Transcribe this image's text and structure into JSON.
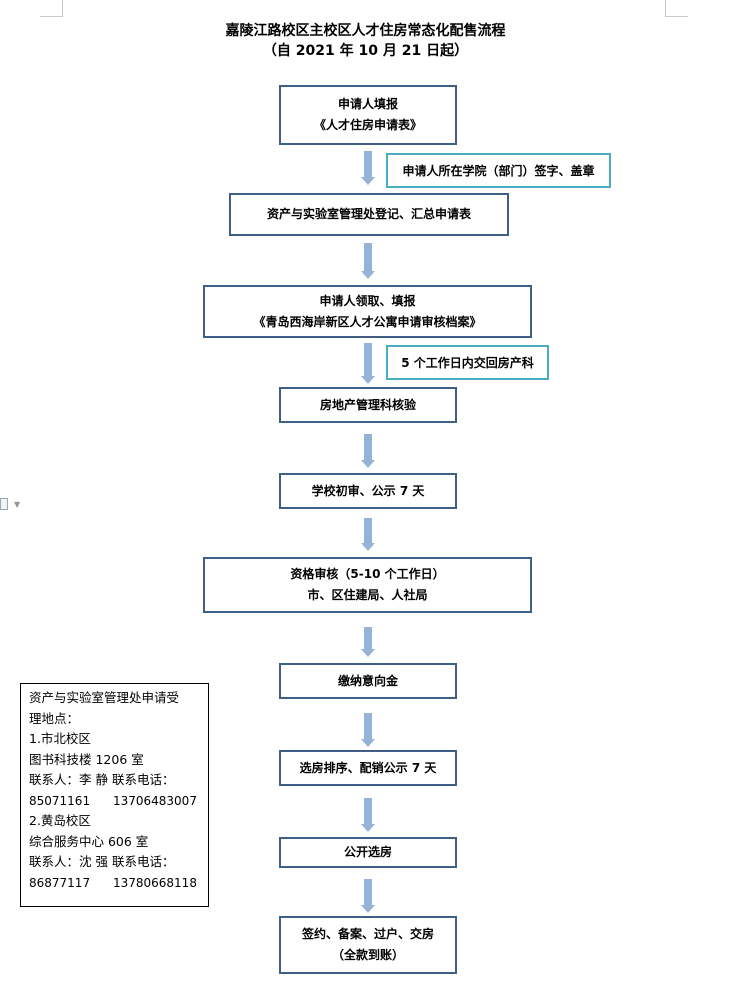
{
  "title": {
    "line1": "嘉陵江路校区主校区人才住房常态化配售流程",
    "line2": "（自 2021 年 10 月 21 日起）"
  },
  "steps": [
    {
      "line1": "申请人填报",
      "line2": "《人才住房申请表》"
    },
    {
      "line1": "资产与实验室管理处登记、汇总申请表",
      "line2": ""
    },
    {
      "line1": "申请人领取、填报",
      "line2": "《青岛西海岸新区人才公寓申请审核档案》"
    },
    {
      "line1": "房地产管理科核验",
      "line2": ""
    },
    {
      "line1": "学校初审、公示 7 天",
      "line2": ""
    },
    {
      "line1": "资格审核（5-10 个工作日）",
      "line2": "市、区住建局、人社局"
    },
    {
      "line1": "缴纳意向金",
      "line2": ""
    },
    {
      "line1": "选房排序、配销公示 7 天",
      "line2": ""
    },
    {
      "line1": "公开选房",
      "line2": ""
    },
    {
      "line1": "签约、备案、过户、交房",
      "line2": "（全款到账）"
    }
  ],
  "side_notes": [
    "申请人所在学院（部门）签字、盖章",
    "5 个工作日内交回房产科"
  ],
  "info": {
    "heading_line1": "资产与实验室管理处申请受",
    "heading_line2": "理地点：",
    "campus1_name": "1.市北校区",
    "campus1_room": "图书科技楼 1206 室",
    "campus1_contact": "联系人：李  静  联系电话：",
    "campus1_phones": "85071161      13706483007",
    "campus2_name": "2.黄岛校区",
    "campus2_room": "综合服务中心 606 室",
    "campus2_contact": "联系人：沈  强  联系电话：",
    "campus2_phones": "86877117      13780668118"
  },
  "colors": {
    "box_border": "#3f5f87",
    "side_border": "#4bacc6",
    "arrow": "#95b3d7"
  }
}
